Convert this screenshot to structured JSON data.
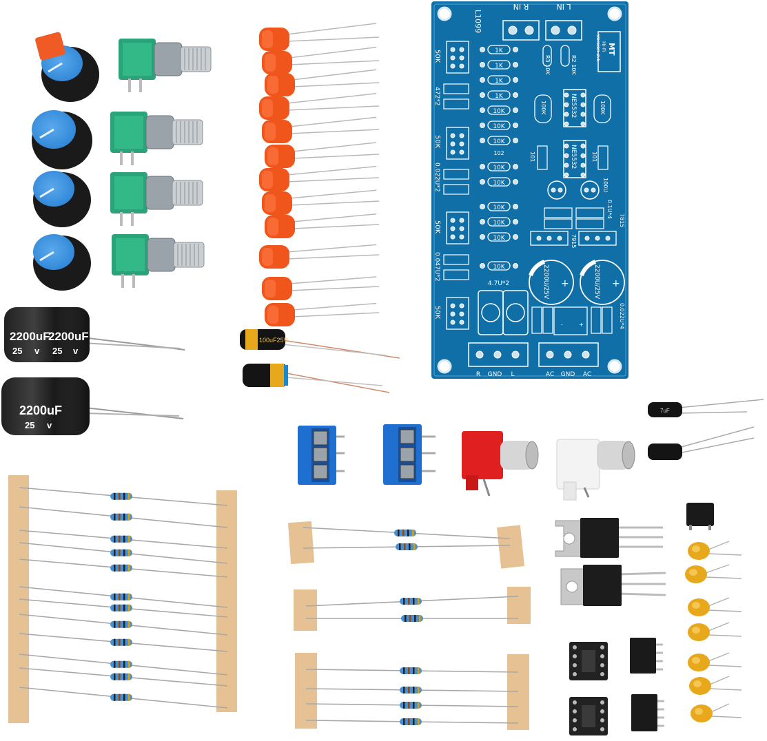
{
  "pcb": {
    "title": "MT",
    "subtitle": "Hi-Fi",
    "version": "Version 2.1",
    "model": "L1099",
    "input_r": "R IN",
    "input_l": "L IN",
    "pot_label": "50K",
    "cap_472": "472*2",
    "cap_0022": "0.022U*2",
    "cap_0047": "0.047U*2",
    "cap_47u": "4.7U*2",
    "cap_01u": "0.1U*4",
    "cap_0022b": "0.022U*4",
    "cap_100u": "100U",
    "cap_2200": "2200U/25V",
    "cap_101": "101",
    "cap_102": "102",
    "ic": "NE5532",
    "reg_pos": "7815",
    "reg_neg": "7915",
    "res_1k": "1K",
    "res_10k": "10K",
    "res_100k": "100K",
    "r2": "R2 10K",
    "r3": "R3 10K",
    "out_r": "R",
    "out_gnd": "GND",
    "out_l": "L",
    "ac1": "AC",
    "ac_gnd": "GND",
    "ac2": "AC"
  },
  "large_caps": {
    "value": "2200uF",
    "voltage": "25",
    "unit": "v"
  },
  "small_caps": {
    "label": "100uF25V"
  },
  "colors": {
    "pcb": "#0f6fa6",
    "knob_blue": "#2f86d6",
    "pot_green": "#2aa37a",
    "ceramic_orange": "#f0561c",
    "terminal_blue": "#1e6fd0",
    "rca_red": "#e02020",
    "tantalum_yellow": "#e8a81c",
    "paper_tape": "#e6c193",
    "resistor_body": "#4a8fd0"
  },
  "icons": [
    "knob-icon",
    "potentiometer-icon",
    "capacitor-icon",
    "resistor-icon",
    "regulator-icon",
    "ic-chip-icon",
    "rca-jack-icon",
    "terminal-block-icon",
    "bridge-rectifier-icon"
  ]
}
